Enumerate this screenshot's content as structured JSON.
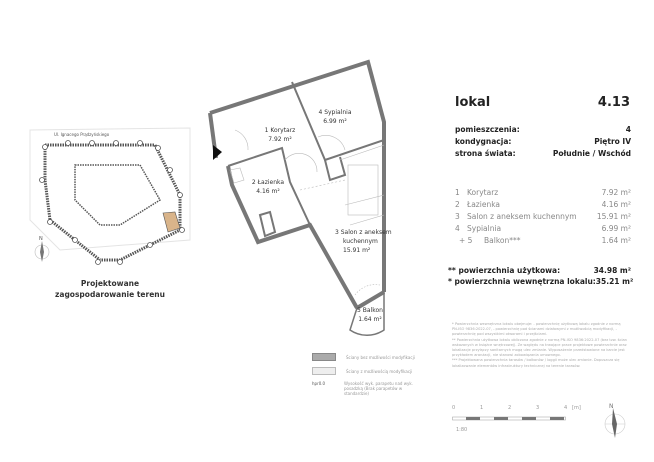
{
  "unit": {
    "label": "lokal",
    "number": "4.13"
  },
  "meta": [
    {
      "label": "pomieszczenia:",
      "value": "4"
    },
    {
      "label": "kondygnacja:",
      "value": "Piętro IV"
    },
    {
      "label": "strona świata:",
      "value": "Południe / Wschód"
    }
  ],
  "rooms": [
    {
      "no": "1",
      "name": "Korytarz",
      "area": "7.92 m²"
    },
    {
      "no": "2",
      "name": "Łazienka",
      "area": "4.16 m²"
    },
    {
      "no": "3",
      "name": "Salon z aneksem kuchennym",
      "area": "15.91 m²"
    },
    {
      "no": "4",
      "name": "Sypialnia",
      "area": "6.99 m²"
    },
    {
      "no": "+ 5",
      "name": "Balkon***",
      "area": "1.64 m²"
    }
  ],
  "totals": [
    {
      "label": "** powierzchnia użytkowa:",
      "value": "34.98 m²"
    },
    {
      "label": "* powierzchnia wewnętrzna lokalu:",
      "value": "35.21 m²"
    }
  ],
  "plan_labels": {
    "r1": "1  Korytarz",
    "r1a": "7.92 m²",
    "r2": "2  Łazienka",
    "r2a": "4.16 m²",
    "r3": "3  Salon z aneksem",
    "r3b": "kuchennym",
    "r3a": "15.91 m²",
    "r4": "4  Sypialnia",
    "r4a": "6.99 m²",
    "r5": "5  Balkon",
    "r5a": "1.64 m²"
  },
  "site": {
    "street": "Ul. Ignacego Prądzyńskiego",
    "caption1": "Projektowane",
    "caption2": "zagospodarowanie terenu",
    "north": "N",
    "highlight": "#d9b48a"
  },
  "legend": [
    {
      "text": "Ściany bez możliwości modyfikacji",
      "color": "#aaaaaa"
    },
    {
      "text": "Ściany z możliwością modyfikacji",
      "color": "#eeeeee"
    },
    {
      "symbol": "hpr0.0",
      "text": "Wysokość wyk. parapetu nad wyk. posadzką (Brak parapetów w standardzie)"
    }
  ],
  "footnotes": [
    "* Powierzchnia wewnętrzna lokalu obejmuje: - powierzchnię użytkową lokalu zgodnie z normą PN-ISO 9836:2022-07, - powierzchnię pod ścianami działowymi z możliwością modyfikacji, - powierzchnię pod wszystkimi otworami i przejściami.",
    "** Powierzchnia użytkowa lokalu obliczona zgodnie z normą PN-ISO 9836:2022-07 (bez tzw. ścian wskazanych w książce wnętrzowej). Ze względu na trwające prace projektowe powierzchnie oraz lokalizacje przyłączy sanitarnych mogą ulec zmianie. Wyposażenie przedstawione na karcie jest przykładem aranżacji, nie stanowi zobowiązania umownego.",
    "*** Projektowana powierzchnia tarasów / balkonów / loggii może ulec zmianie. Dopuszcza się lokalizowanie elementów infrastruktury technicznej na terenie tarasów."
  ],
  "scale": {
    "ticks": [
      "0",
      "1",
      "2",
      "3",
      "4"
    ],
    "unit": "[m]",
    "ratio": "1:80"
  },
  "compass": {
    "north": "N"
  }
}
